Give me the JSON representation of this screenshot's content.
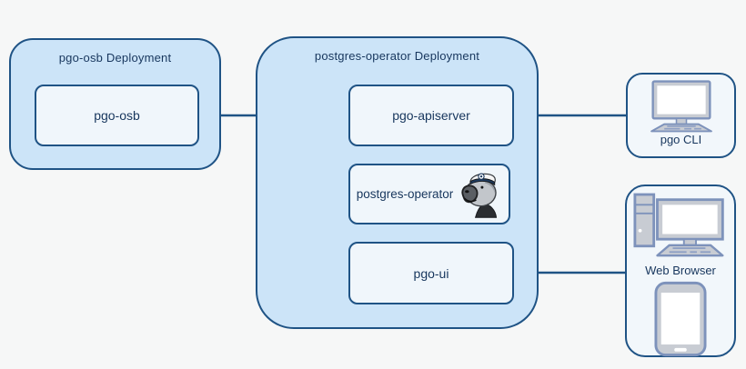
{
  "diagram": {
    "pgo_osb_deployment": {
      "title": "pgo-osb Deployment",
      "node": {
        "label": "pgo-osb"
      }
    },
    "postgres_operator_deployment": {
      "title": "postgres-operator Deployment",
      "apiserver": {
        "label": "pgo-apiserver"
      },
      "operator": {
        "label": "postgres-operator",
        "icon": "hippo-mascot-icon"
      },
      "ui": {
        "label": "pgo-ui"
      }
    },
    "clients": {
      "cli": {
        "label": "pgo CLI",
        "icon": "desktop-monitor-keyboard-icon"
      },
      "web": {
        "label": "Web Browser",
        "icons": [
          "desktop-computer-icon",
          "smartphone-icon"
        ]
      }
    },
    "connections": [
      {
        "from": "pgo-osb",
        "to": "pgo-apiserver",
        "arrowhead": true
      },
      {
        "from": "pgo-osb",
        "to": "pgo-ui",
        "arrowhead": false
      },
      {
        "from": "pgo CLI",
        "to": "pgo-apiserver",
        "arrowhead": true
      },
      {
        "from": "Web Browser",
        "to": "pgo-ui",
        "arrowhead": true
      },
      {
        "from": "pgo-apiserver",
        "to": "postgres-operator",
        "arrowhead": false
      }
    ]
  },
  "icons": {
    "hippo-mascot-icon": "hippo wearing captain hat (postgres-operator mascot)",
    "desktop-monitor-keyboard-icon": "monitor with keyboard",
    "desktop-computer-icon": "tower pc with monitor and keyboard",
    "smartphone-icon": "smartphone"
  },
  "colors": {
    "canvas_bg": "#f6f7f7",
    "deployment_fill": "#cce4f8",
    "node_fill": "#f0f6fb",
    "client_fill": "#f2f7fb",
    "border": "#1f5385",
    "connector": "#1f5385",
    "text": "#17365d",
    "icon_stroke": "#7d92bb",
    "icon_fill": "#c8ccd3"
  }
}
